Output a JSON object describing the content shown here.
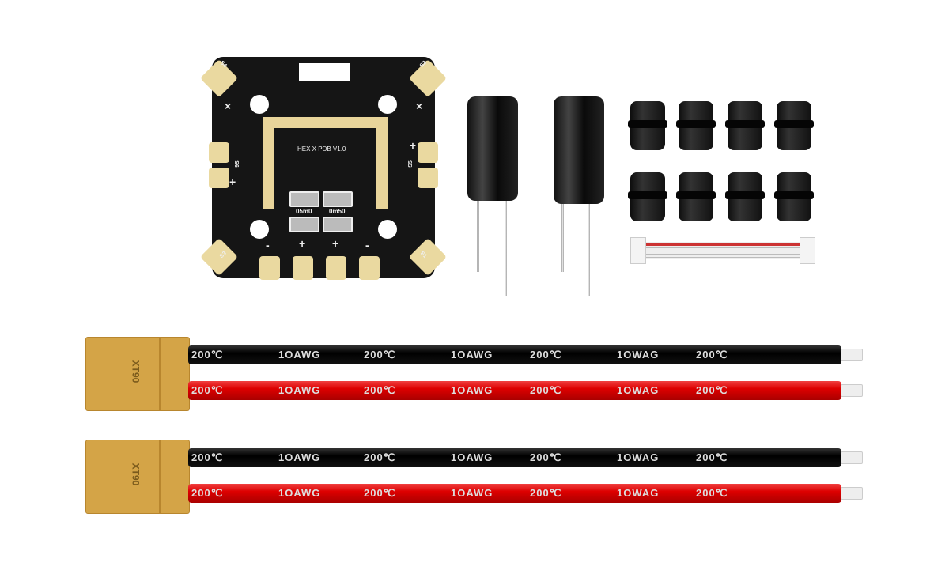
{
  "board": {
    "title": "HEX X PDB V1.0",
    "shunt_left": "05m0",
    "shunt_right": "0m50",
    "signs": {
      "plus": "+",
      "minus": "-",
      "x": "×"
    },
    "labels": [
      "S1",
      "S2",
      "S3",
      "S4",
      "S5",
      "S6"
    ]
  },
  "connector": {
    "label": "XT90"
  },
  "wire_labels": [
    "200℃",
    "1OAWG",
    "200℃",
    "1OAWG",
    "200℃",
    "1OWAG",
    "200℃"
  ],
  "colors": {
    "pcb": "#151515",
    "gold": "#ead9a0",
    "connector": "#d4a447",
    "red_wire": "#d00000",
    "black_wire": "#111111"
  }
}
